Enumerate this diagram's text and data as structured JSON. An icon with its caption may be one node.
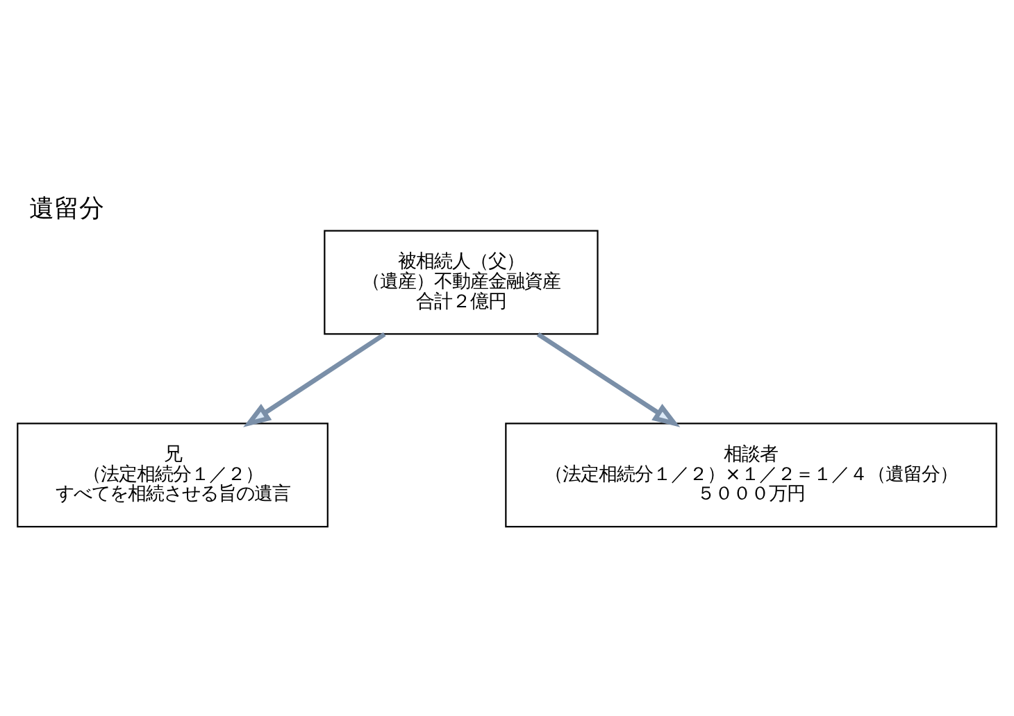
{
  "diagram": {
    "title": "遺留分",
    "nodes": [
      {
        "text": [
          "被相続人（父）",
          "（遺産）不動産金融資産",
          "合計２億円"
        ]
      },
      {
        "text": [
          "兄",
          "（法定相続分１／２）",
          "すべてを相続させる旨の遺言"
        ]
      },
      {
        "text": [
          "相談者",
          "（法定相続分１／２）×１／２＝１／４（遺留分）",
          "５０００万円"
        ]
      }
    ],
    "edges": [
      {
        "from": 0,
        "to": 1,
        "arrow": "to"
      },
      {
        "from": 0,
        "to": 2,
        "arrow": "to"
      }
    ]
  }
}
